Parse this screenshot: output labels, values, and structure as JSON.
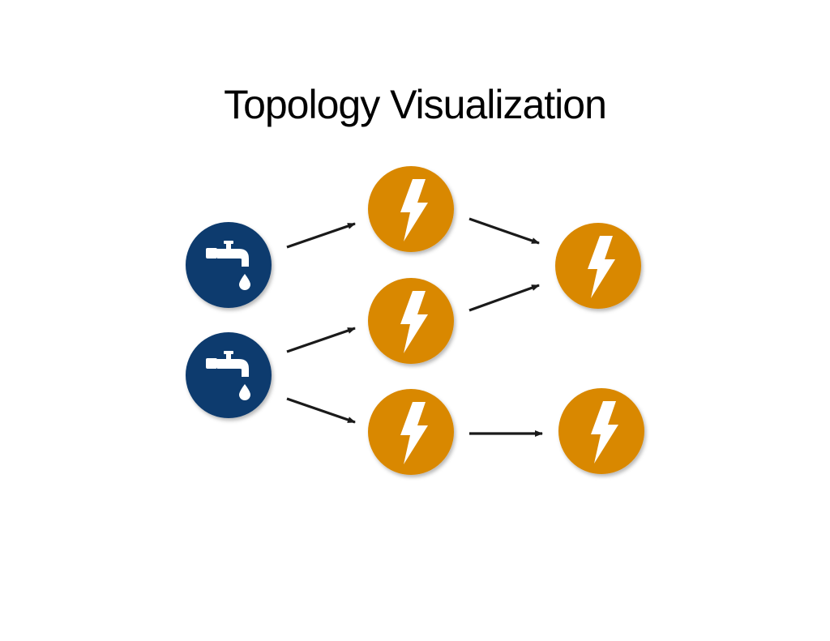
{
  "title": "Topology Visualization",
  "colors": {
    "spout": "#0d3b6e",
    "bolt": "#d98800",
    "edge": "#1a1a1a",
    "icon": "#ffffff"
  },
  "nodes": [
    {
      "id": "spout-1",
      "kind": "spout",
      "icon": "faucet-icon"
    },
    {
      "id": "spout-2",
      "kind": "spout",
      "icon": "faucet-icon"
    },
    {
      "id": "bolt-1",
      "kind": "bolt",
      "icon": "lightning-bolt-icon"
    },
    {
      "id": "bolt-2",
      "kind": "bolt",
      "icon": "lightning-bolt-icon"
    },
    {
      "id": "bolt-3",
      "kind": "bolt",
      "icon": "lightning-bolt-icon"
    },
    {
      "id": "bolt-4",
      "kind": "bolt",
      "icon": "lightning-bolt-icon"
    },
    {
      "id": "bolt-5",
      "kind": "bolt",
      "icon": "lightning-bolt-icon"
    }
  ],
  "edges": [
    {
      "from": "spout-1",
      "to": "bolt-1"
    },
    {
      "from": "spout-2",
      "to": "bolt-2"
    },
    {
      "from": "spout-2",
      "to": "bolt-3"
    },
    {
      "from": "bolt-1",
      "to": "bolt-4"
    },
    {
      "from": "bolt-2",
      "to": "bolt-4"
    },
    {
      "from": "bolt-3",
      "to": "bolt-5"
    }
  ]
}
